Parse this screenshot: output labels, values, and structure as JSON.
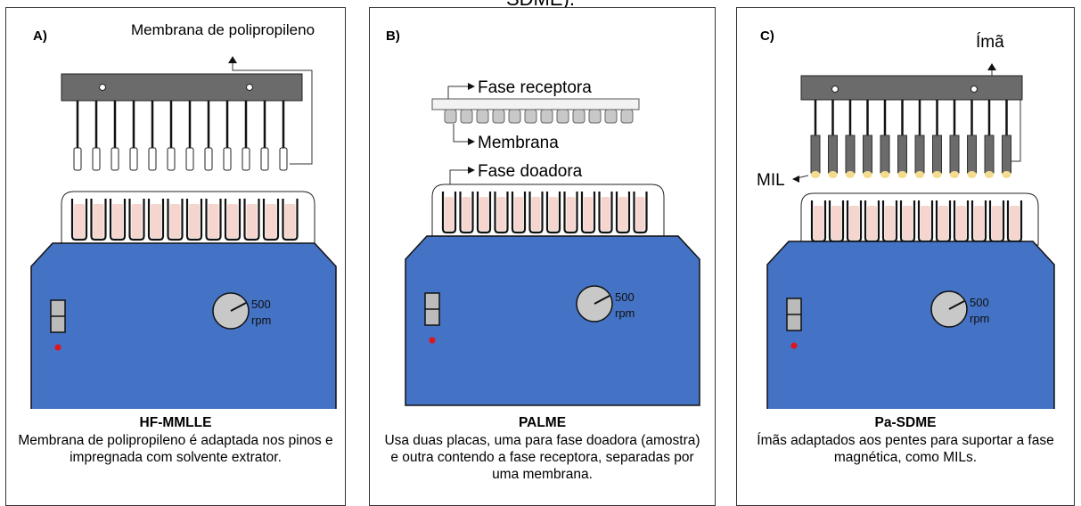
{
  "top_title": "SDME).",
  "panels": [
    {
      "letter": "A)",
      "callouts": [
        "Membrana de polipropileno"
      ],
      "rpm_value": "500",
      "rpm_unit": "rpm",
      "title": "HF-MMLLE",
      "description": "Membrana de polipropileno é adaptada nos pinos e impregnada com solvente extrator."
    },
    {
      "letter": "B)",
      "callouts": [
        "Fase receptora",
        "Membrana",
        "Fase doadora"
      ],
      "rpm_value": "500",
      "rpm_unit": "rpm",
      "title": "PALME",
      "description": "Usa duas placas, uma para fase doadora (amostra) e outra contendo a fase receptora, separadas por uma membrana."
    },
    {
      "letter": "C)",
      "callouts": [
        "Ímã",
        "MIL"
      ],
      "rpm_value": "500",
      "rpm_unit": "rpm",
      "title": "Pa-SDME",
      "description": "Ímãs adaptados aos pentes para suportar a fase magnética, como MILs."
    }
  ],
  "colors": {
    "stirrer_body": "#4472c4",
    "comb_bar": "#6b6b6b",
    "tube_liquid": "#f6d5cf",
    "membrane_plate": "#c8c8c8",
    "mil_drop": "#f3dc8f",
    "indicator_led": "#e0141b"
  }
}
